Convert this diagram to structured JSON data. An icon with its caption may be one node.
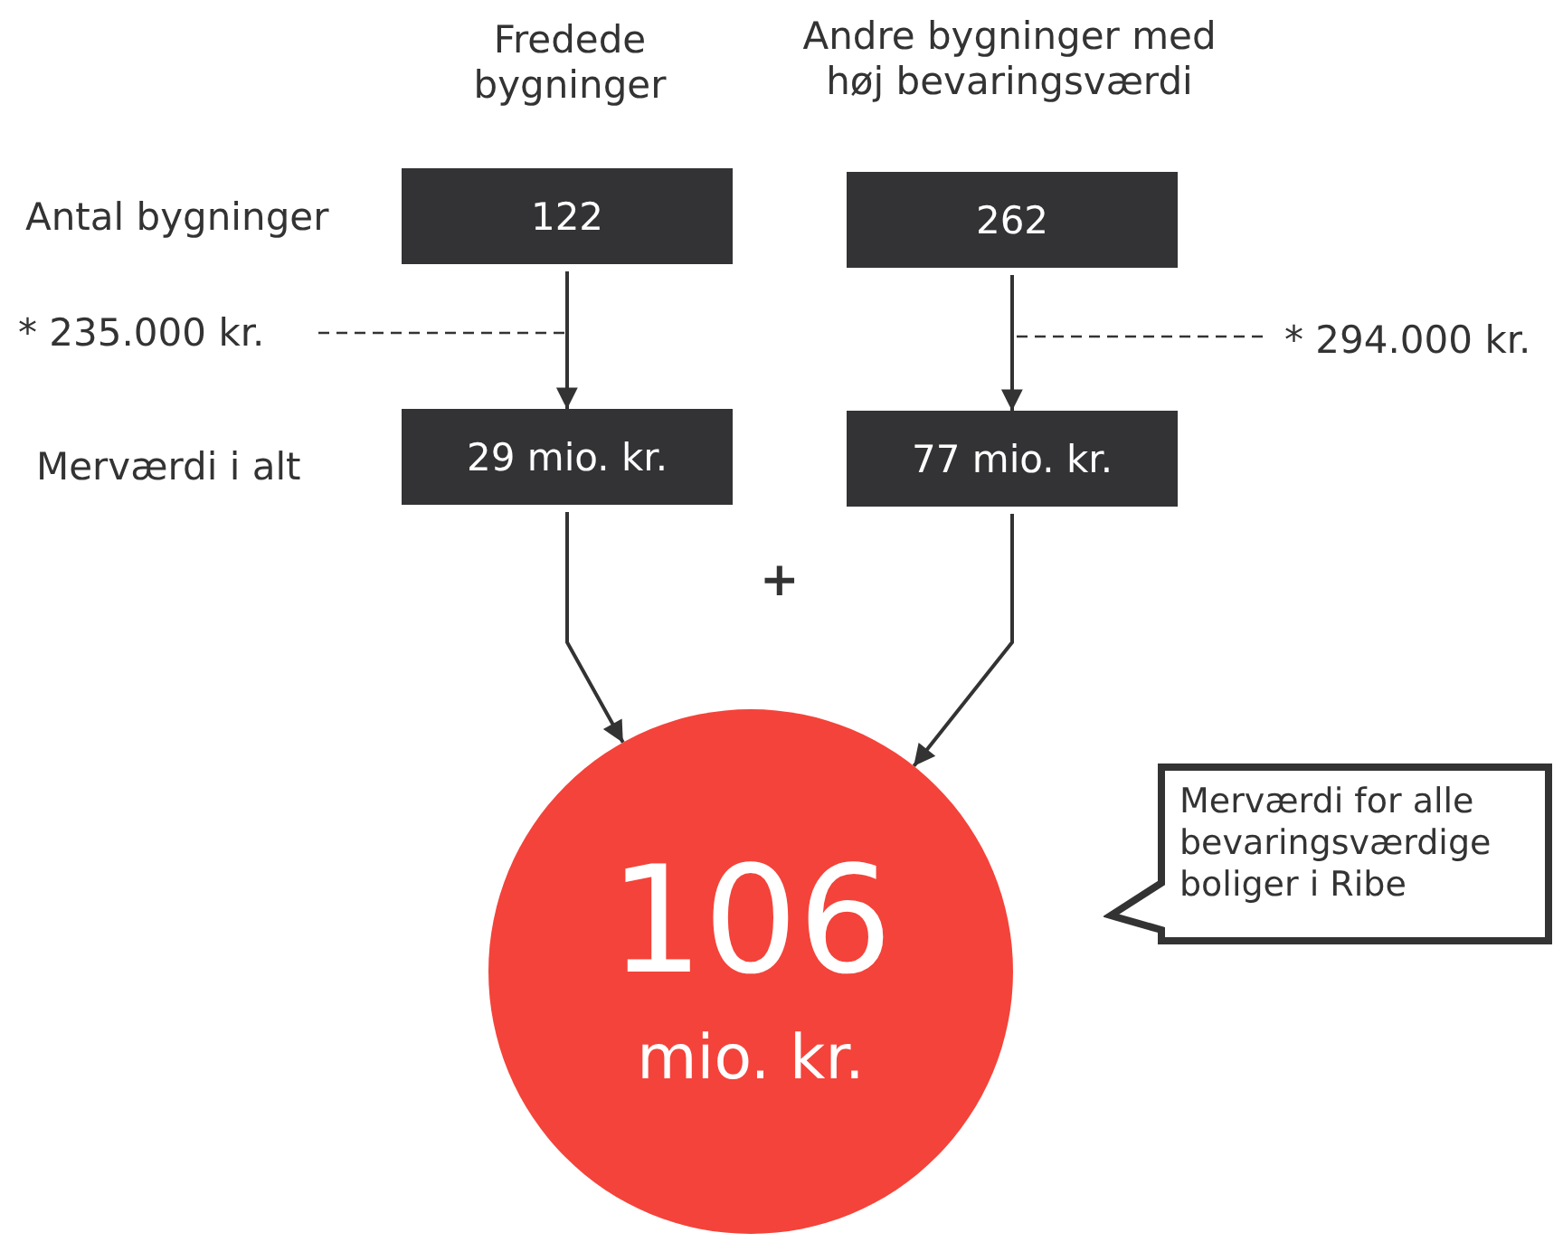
{
  "diagram": {
    "nodes": [
      {
        "text": [
          "122"
        ]
      },
      {
        "text": [
          "262"
        ]
      },
      {
        "text": [
          "29 mio. kr."
        ]
      },
      {
        "text": [
          "77 mio. kr."
        ]
      },
      {
        "text": [
          "106",
          "mio. kr."
        ]
      },
      {
        "text": [
          "Merværdi for alle bevaringsværdige boliger i Ribe"
        ]
      }
    ],
    "edges": [
      {
        "from": 0,
        "to": 2,
        "arrow": "to"
      },
      {
        "from": 1,
        "to": 3,
        "arrow": "to"
      },
      {
        "from": 2,
        "to": 4,
        "arrow": "to"
      },
      {
        "from": 3,
        "to": 4,
        "arrow": "to"
      }
    ],
    "labels": [
      "Fredede bygninger",
      "Andre bygninger med høj bevaringsværdi",
      "Antal bygninger",
      "* 235.000 kr.",
      "* 294.000 kr.",
      "Merværdi i alt",
      "+"
    ]
  }
}
